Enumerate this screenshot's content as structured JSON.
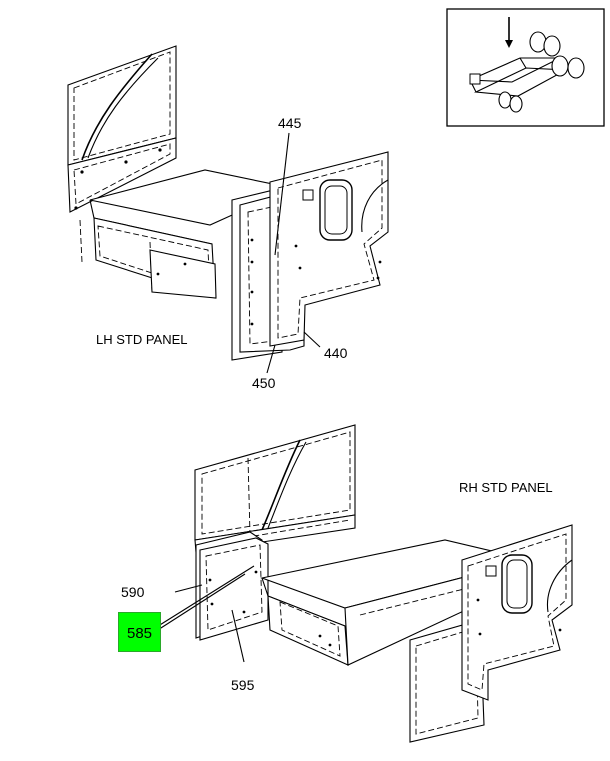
{
  "labels": {
    "p445": "445",
    "p440": "440",
    "p450": "450",
    "p590": "590",
    "p585": "585",
    "p595": "595"
  },
  "captions": {
    "lh": "LH STD PANEL",
    "rh": "RH STD PANEL"
  },
  "highlight": {
    "part": "585",
    "color": "#00ff00"
  }
}
